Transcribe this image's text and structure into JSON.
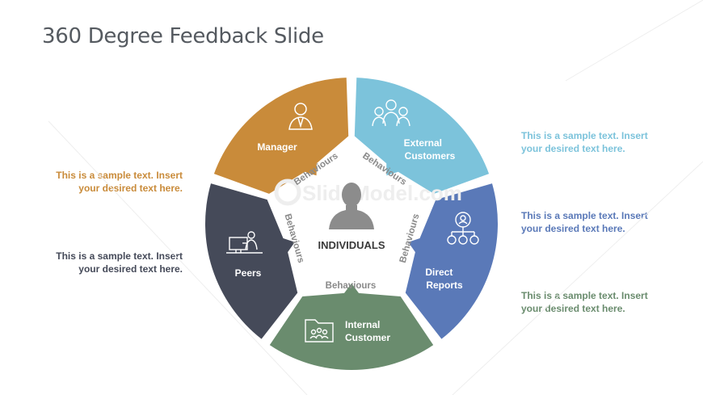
{
  "title": "360 Degree Feedback Slide",
  "center": {
    "label": "INDIVIDUALS",
    "icon": "person-silhouette-icon"
  },
  "watermark": "SlideModel.com",
  "behaviours_label": "Behaviours",
  "segments": [
    {
      "id": "manager",
      "label_lines": [
        "Manager"
      ],
      "color": "#c98b3a",
      "icon": "manager-icon"
    },
    {
      "id": "external-customers",
      "label_lines": [
        "External",
        "Customers"
      ],
      "color": "#7cc3db",
      "icon": "team-icon"
    },
    {
      "id": "direct-reports",
      "label_lines": [
        "Direct",
        "Reports"
      ],
      "color": "#5a79b8",
      "icon": "org-chart-icon"
    },
    {
      "id": "internal-customer",
      "label_lines": [
        "Internal",
        "Customer"
      ],
      "color": "#6a8c6e",
      "icon": "folder-people-icon"
    },
    {
      "id": "peers",
      "label_lines": [
        "Peers"
      ],
      "color": "#454a59",
      "icon": "desk-worker-icon"
    }
  ],
  "notes": {
    "manager": {
      "lines": [
        "This is a sample text. Insert",
        "your desired text here."
      ],
      "color": "#c98b3a"
    },
    "peers": {
      "lines": [
        "This is a sample text. Insert",
        "your desired text here."
      ],
      "color": "#454a59"
    },
    "external_customers": {
      "lines": [
        "This is a sample text. Insert",
        "your desired text here."
      ],
      "color": "#7cc3db"
    },
    "direct_reports": {
      "lines": [
        "This is a sample text. Insert",
        "your desired text here."
      ],
      "color": "#5a79b8"
    },
    "internal_customer": {
      "lines": [
        "This is a sample text. Insert",
        "your desired text here."
      ],
      "color": "#6a8c6e"
    }
  }
}
